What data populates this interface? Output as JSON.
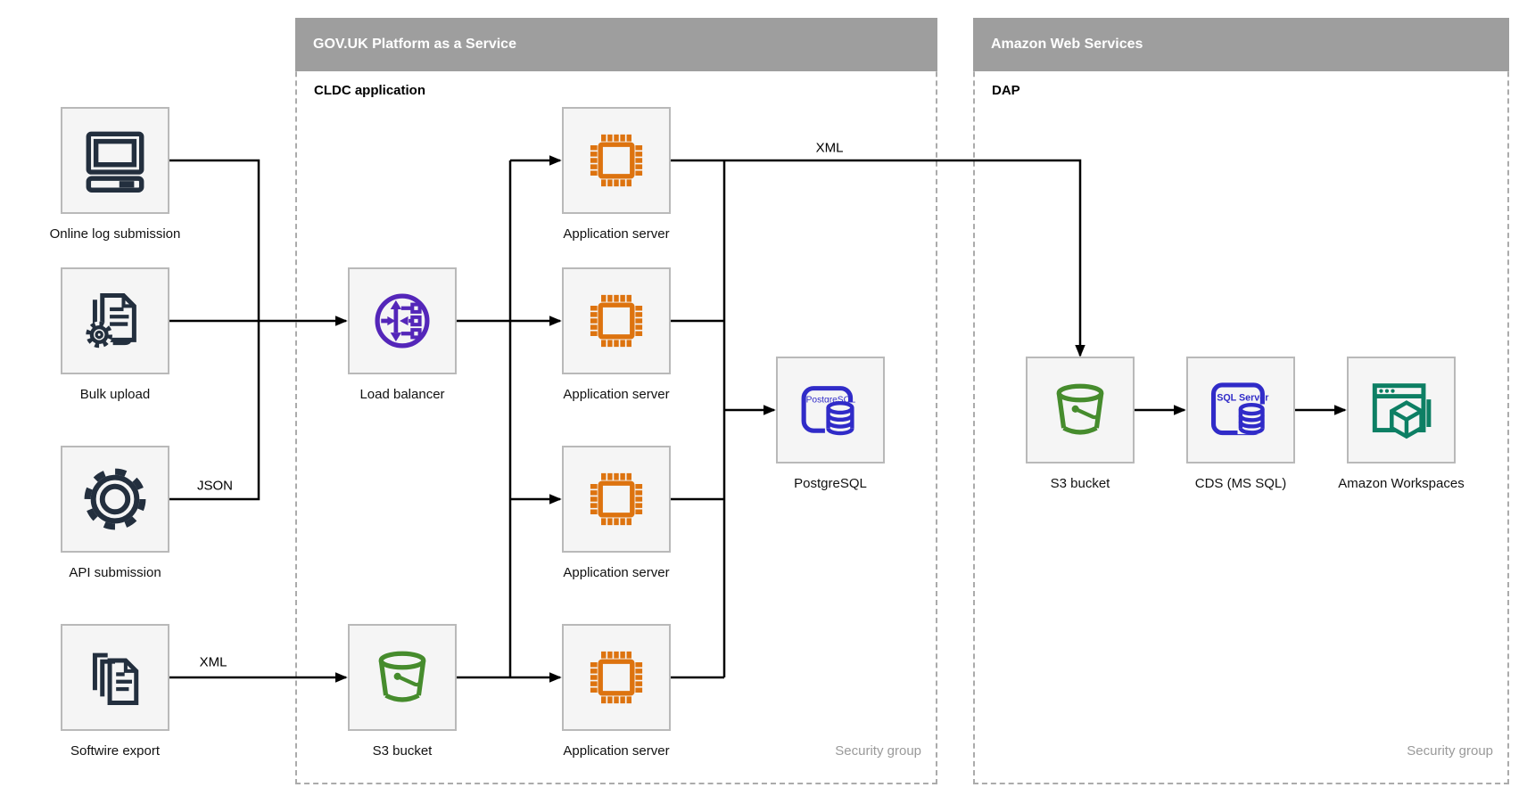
{
  "diagram": {
    "regions": {
      "govuk": {
        "title": "GOV.UK Platform as a Service",
        "subtitle": "CLDC application",
        "security_label": "Security group"
      },
      "aws": {
        "title": "Amazon Web Services",
        "subtitle": "DAP",
        "security_label": "Security group"
      }
    },
    "nodes": {
      "online_log": {
        "label": "Online log submission"
      },
      "bulk_upload": {
        "label": "Bulk upload"
      },
      "api_submission": {
        "label": "API submission"
      },
      "softwire_export": {
        "label": "Softwire export"
      },
      "load_balancer": {
        "label": "Load balancer"
      },
      "s3_govuk": {
        "label": "S3 bucket"
      },
      "app_server_1": {
        "label": "Application server"
      },
      "app_server_2": {
        "label": "Application server"
      },
      "app_server_3": {
        "label": "Application server"
      },
      "app_server_4": {
        "label": "Application server"
      },
      "postgresql": {
        "label": "PostgreSQL"
      },
      "s3_aws": {
        "label": "S3 bucket"
      },
      "cds_ms_sql": {
        "label": "CDS (MS SQL)"
      },
      "workspaces": {
        "label": "Amazon Workspaces"
      }
    },
    "edge_labels": {
      "api_json": "JSON",
      "softwire_xml": "XML",
      "app_to_aws_xml": "XML"
    },
    "icon_text": {
      "postgresql": "PostgreSQL",
      "sql_server": "SQL Server"
    },
    "colors": {
      "header_gray": "#9e9e9e",
      "node_fill": "#f5f5f5",
      "node_border": "#b9b9b9",
      "dashed_border": "#ababab",
      "icon_navy": "#232f3e",
      "icon_purple": "#5426b9",
      "icon_orange": "#dd730f",
      "icon_green": "#468c2d",
      "icon_blue": "#302bc8",
      "icon_teal": "#0d7f64",
      "edge_black": "#000000",
      "security_text": "#9a9a9a"
    }
  }
}
